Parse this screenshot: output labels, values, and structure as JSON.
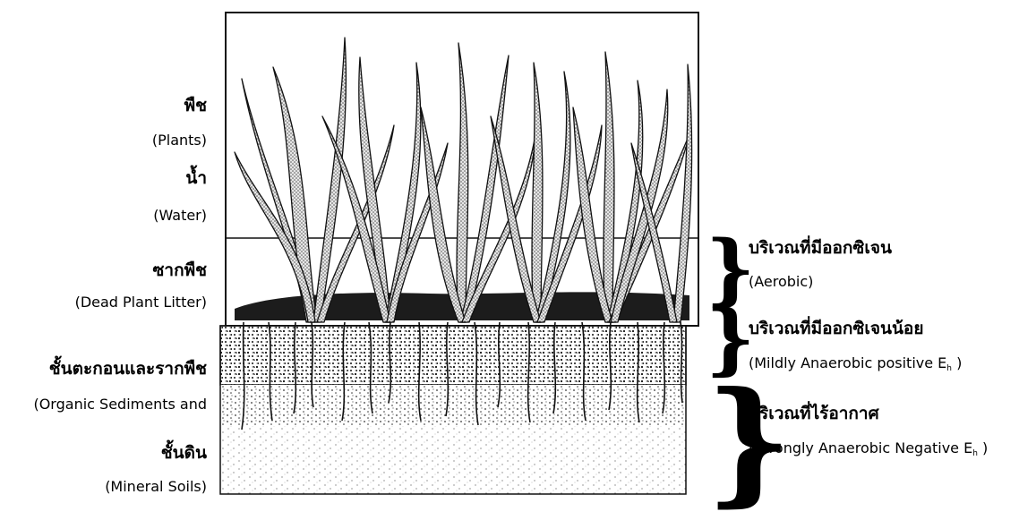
{
  "left_labels": [
    {
      "thai": "พืช",
      "english": "(Plants)"
    },
    {
      "thai": "น้ำ",
      "english": "(Water)"
    },
    {
      "thai": "ซากพืช",
      "english": "(Dead Plant Litter)"
    },
    {
      "thai": "ชั้นตะกอนและรากพืช",
      "english": "(Organic Sediments and"
    },
    {
      "thai": "ชั้นดิน",
      "english": "(Mineral Soils)"
    }
  ],
  "right_zones": [
    {
      "thai": "บริเวณที่มีออกซิเจน",
      "english": "(Aerobic)",
      "eh_suffix": ""
    },
    {
      "thai": "บริเวณที่มีออกซิเจนน้อย",
      "english": "(Mildly Anaerobic positive E",
      "eh_suffix": "h"
    },
    {
      "thai": "บริเวณที่ไร้อากาศ",
      "english": "(Strongly Anaerobic Negative E",
      "eh_suffix": "h"
    }
  ],
  "colors": {
    "ink": "#111111",
    "leaf_fill": "#c9c9c9",
    "sediment": "#222222"
  }
}
